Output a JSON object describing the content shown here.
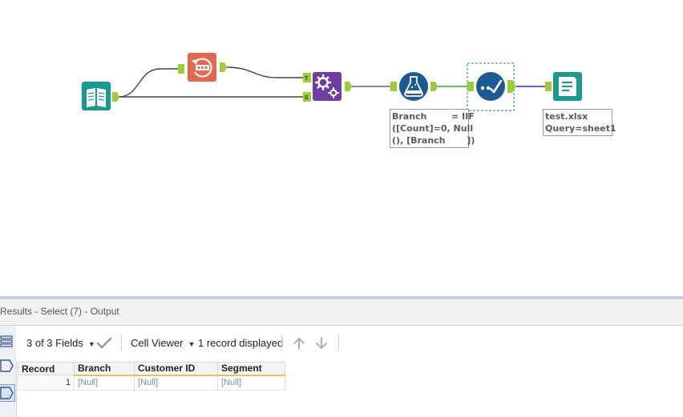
{
  "canvas": {
    "tools": [
      {
        "id": "input",
        "name": "Input Data"
      },
      {
        "id": "sample",
        "name": "Sample"
      },
      {
        "id": "join",
        "name": "Join Multiple"
      },
      {
        "id": "formula",
        "name": "Formula"
      },
      {
        "id": "select",
        "name": "Select"
      },
      {
        "id": "output",
        "name": "Output Data"
      }
    ],
    "anchor_labels": {
      "t": "T",
      "s": "S"
    },
    "colors": {
      "input": "#1a9a8e",
      "sample": "#e06a4e",
      "join": "#6e3f9e",
      "formula": "#1c5a94",
      "select": "#1c5a94",
      "output": "#1a9a8e",
      "anchor": "#9ecc3b",
      "connector_green": "#2faa3a",
      "connector_blue": "#2a2ac8",
      "selection": "#2a72c8"
    },
    "formula_annotation": "Branch        = IIF\n([Count]=0, Null\n(), [Branch       ])",
    "output_annotation": "test.xlsx\nQuery=sheet1"
  },
  "results": {
    "title": "Results - Select (7) - Output",
    "toolbar": {
      "fields": "3 of 3 Fields",
      "viewer": "Cell Viewer",
      "status": "1 record displayed"
    },
    "columns": [
      "Record",
      "Branch",
      "Customer ID",
      "Segment"
    ],
    "rows": [
      {
        "record": "1",
        "branch": "[Null]",
        "customer_id": "[Null]",
        "segment": "[Null]"
      }
    ]
  }
}
